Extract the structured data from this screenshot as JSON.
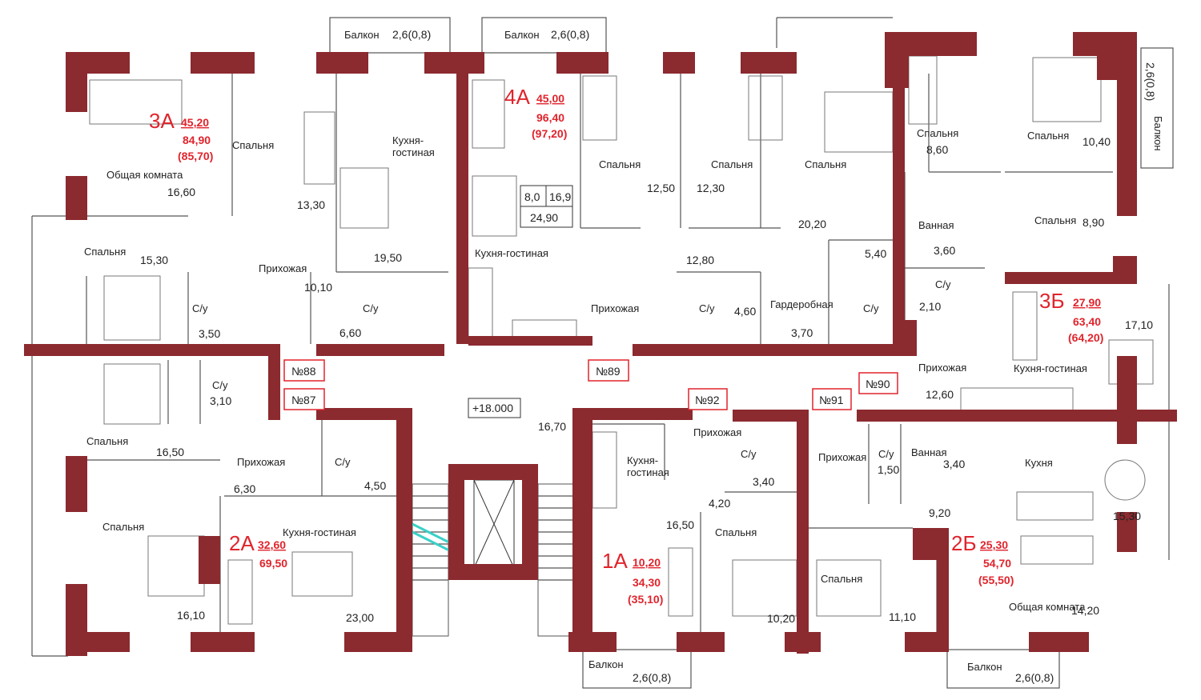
{
  "level_mark": "+18.000",
  "apartments": [
    {
      "code": "3А",
      "living": "45,20",
      "total": "84,90",
      "total_alt": "(85,70)"
    },
    {
      "code": "4А",
      "living": "45,00",
      "total": "96,40",
      "total_alt": "(97,20)"
    },
    {
      "code": "3Б",
      "living": "27,90",
      "total": "63,40",
      "total_alt": "(64,20)"
    },
    {
      "code": "2А",
      "living": "32,60",
      "total": "69,50"
    },
    {
      "code": "1А",
      "living": "10,20",
      "total": "34,30",
      "total_alt": "(35,10)"
    },
    {
      "code": "2Б",
      "living": "25,30",
      "total": "54,70",
      "total_alt": "(55,50)"
    }
  ],
  "door_numbers": [
    "№88",
    "№89",
    "№87",
    "№92",
    "№91",
    "№90"
  ],
  "balconies": [
    {
      "label": "Балкон",
      "size": "2,6(0,8)"
    },
    {
      "label": "Балкон",
      "size": "2,6(0,8)"
    },
    {
      "label": "Балкон",
      "size": "2,6(0,8)"
    },
    {
      "label": "Балкон",
      "size": "2,6(0,8)"
    },
    {
      "label": "Балкон",
      "size": "2,6(0,8)"
    }
  ],
  "kitchen_split": [
    "8,0",
    "16,9",
    "24,90"
  ],
  "rooms": [
    {
      "name": "Общая комната",
      "area": "16,60"
    },
    {
      "name": "Спальня",
      "area": "13,30"
    },
    {
      "name": "Кухня-\nгостиная",
      "area": "19,50"
    },
    {
      "name": "Спальня",
      "area": "15,30"
    },
    {
      "name": "Прихожая",
      "area": "10,10"
    },
    {
      "name": "С/у",
      "area": "3,50"
    },
    {
      "name": "С/у",
      "area": "6,60"
    },
    {
      "name": "Кухня-гостиная",
      "area": ""
    },
    {
      "name": "Спальня",
      "area": "12,50"
    },
    {
      "name": "Спальня",
      "area": "12,30"
    },
    {
      "name": "Спальня",
      "area": "20,20"
    },
    {
      "name": "Прихожая",
      "area": "12,80"
    },
    {
      "name": "С/у",
      "area": "4,60"
    },
    {
      "name": "Гардеробная",
      "area": "3,70"
    },
    {
      "name": "С/у",
      "area": "5,40"
    },
    {
      "name": "Спальня",
      "area": "8,60"
    },
    {
      "name": "Спальня",
      "area": "10,40"
    },
    {
      "name": "Ванная",
      "area": "3,60"
    },
    {
      "name": "Спальня",
      "area": "8,90"
    },
    {
      "name": "С/у",
      "area": "2,10"
    },
    {
      "name": "Прихожая",
      "area": "12,60"
    },
    {
      "name": "Кухня-гостиная",
      "area": "17,10"
    },
    {
      "name": "С/у",
      "area": "3,10"
    },
    {
      "name": "Спальня",
      "area": "16,50"
    },
    {
      "name": "Прихожая",
      "area": "6,30"
    },
    {
      "name": "С/у",
      "area": "4,50"
    },
    {
      "name": "Спальня",
      "area": "16,10"
    },
    {
      "name": "Кухня-гостиная",
      "area": "23,00"
    },
    {
      "name": "",
      "area": "16,70"
    },
    {
      "name": "Кухня-\nгостиная",
      "area": "16,50"
    },
    {
      "name": "Прихожая",
      "area": "4,20"
    },
    {
      "name": "С/у",
      "area": "3,40"
    },
    {
      "name": "Спальня",
      "area": "10,20"
    },
    {
      "name": "Прихожая",
      "area": "9,20"
    },
    {
      "name": "С/у",
      "area": "1,50"
    },
    {
      "name": "Ванная",
      "area": "3,40"
    },
    {
      "name": "Кухня",
      "area": "15,30"
    },
    {
      "name": "Спальня",
      "area": "11,10"
    },
    {
      "name": "Общая комната",
      "area": "14,20"
    }
  ]
}
